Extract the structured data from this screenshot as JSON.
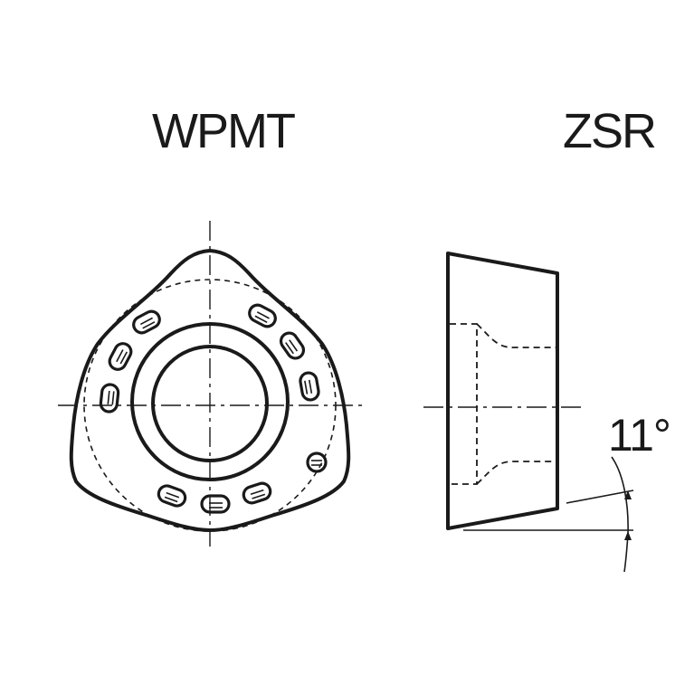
{
  "labels": {
    "top_view": "WPMT",
    "side_view": "ZSR",
    "clearance_angle": "11°"
  },
  "colors": {
    "line": "#1a1a1a",
    "background": "#ffffff"
  }
}
